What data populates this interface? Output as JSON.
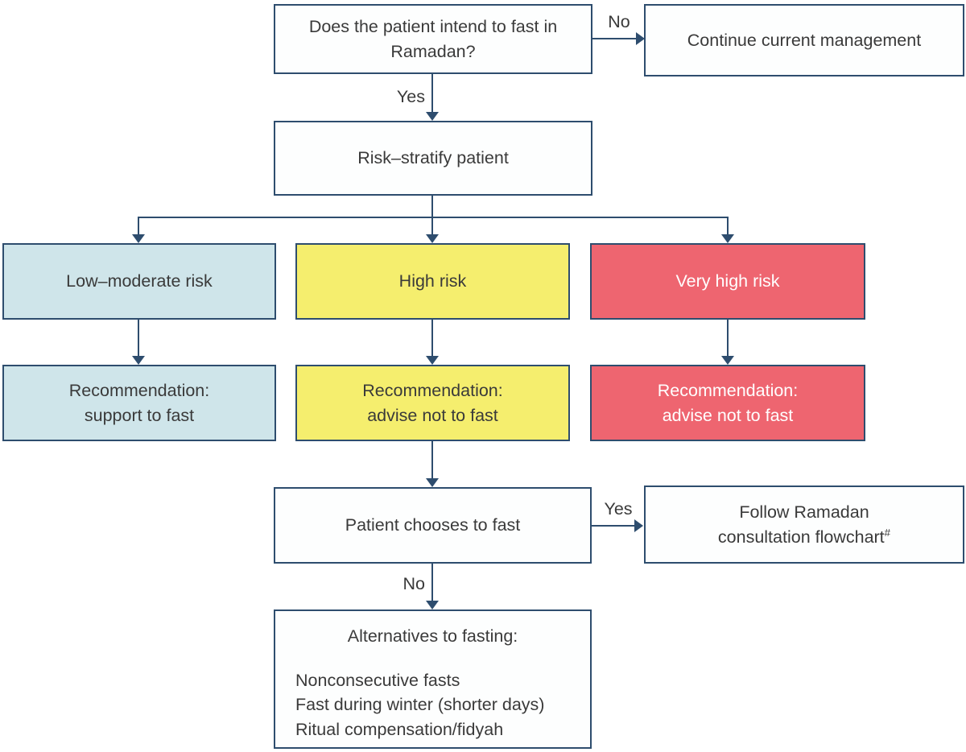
{
  "colors": {
    "background": "#ffffff",
    "border": "#2e4d6e",
    "arrow": "#2e4d6e",
    "low_moderate_fill": "#cfe5ea",
    "high_fill": "#f5ee6e",
    "very_high_fill": "#ee6570",
    "text_dark": "#3a3a3a",
    "text_light": "#ffffff"
  },
  "nodes": {
    "intend_question": {
      "text": "Does the patient intend to fast in Ramadan?"
    },
    "continue_management": {
      "text": "Continue current management"
    },
    "risk_stratify": {
      "text": "Risk–stratify patient"
    },
    "low_moderate_risk": {
      "text": "Low–moderate risk"
    },
    "high_risk": {
      "text": "High risk"
    },
    "very_high_risk": {
      "text": "Very high risk"
    },
    "rec_support": {
      "lines": [
        "Recommendation:",
        "support to fast"
      ]
    },
    "rec_advise_high": {
      "lines": [
        "Recommendation:",
        "advise not to fast"
      ]
    },
    "rec_advise_very_high": {
      "lines": [
        "Recommendation:",
        "advise not to fast"
      ]
    },
    "patient_chooses": {
      "text": "Patient chooses to fast"
    },
    "follow_flowchart": {
      "lines": [
        "Follow Ramadan",
        "consultation flowchart"
      ],
      "superscript": "#"
    },
    "alternatives": {
      "heading": "Alternatives to fasting:",
      "items": [
        "Nonconsecutive fasts",
        "Fast during winter (shorter days)",
        "Ritual compensation/fidyah"
      ]
    }
  },
  "edge_labels": {
    "intend_no": "No",
    "intend_yes": "Yes",
    "chooses_yes": "Yes",
    "chooses_no": "No"
  }
}
